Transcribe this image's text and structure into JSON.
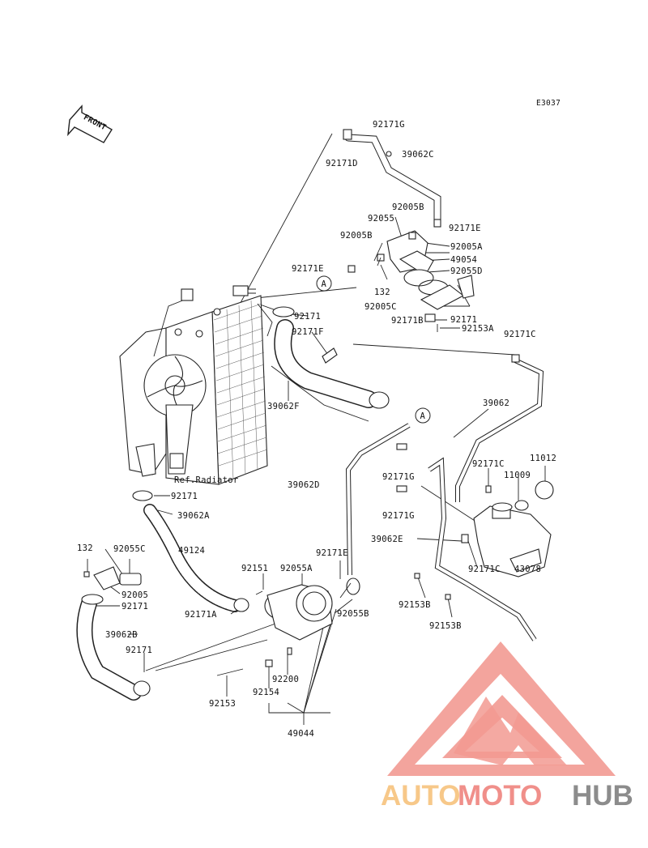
{
  "diagram_code": "E3037",
  "front_label": "FRONT",
  "ref_label": "Ref.Radiator",
  "watermark": {
    "word_part_1": "AUTO",
    "word_part_2": "MOTO",
    "word_part_3": "HUB",
    "colors": {
      "auto": "#f7c889",
      "moto": "#f08f8a",
      "hub": "#8c8c8c",
      "logo": "#f29a92"
    }
  },
  "callouts": {
    "c1": "A",
    "c2": "A"
  },
  "labels": {
    "l1": "92171G",
    "l2": "92171D",
    "l3": "39062C",
    "l4": "92005B",
    "l5": "92055",
    "l6": "92171E",
    "l7": "92005B",
    "l8": "92005A",
    "l9": "49054",
    "l10": "92171E",
    "l11": "92055D",
    "l12": "132",
    "l13": "92005C",
    "l14": "92171",
    "l15": "92171B",
    "l16": "92153A",
    "l17": "92171",
    "l18": "92171F",
    "l19": "92171C",
    "l20": "39062F",
    "l21": "39062",
    "l22": "Ref.Radiator",
    "l23": "92171",
    "l24": "39062D",
    "l25": "92171G",
    "l26": "92171C",
    "l27": "11012",
    "l28": "11009",
    "l29": "39062A",
    "l30": "92171G",
    "l31": "39062E",
    "l32": "49124",
    "l33": "132",
    "l34": "92055C",
    "l35": "92171E",
    "l36": "92151",
    "l37": "92055A",
    "l38": "92171C",
    "l39": "43078",
    "l40": "92005",
    "l41": "92171",
    "l42": "92171A",
    "l43": "92055B",
    "l44": "92153B",
    "l45": "39062B",
    "l46": "92153B",
    "l47": "92171",
    "l48": "92200",
    "l49": "92154",
    "l50": "92153",
    "l51": "49044"
  }
}
